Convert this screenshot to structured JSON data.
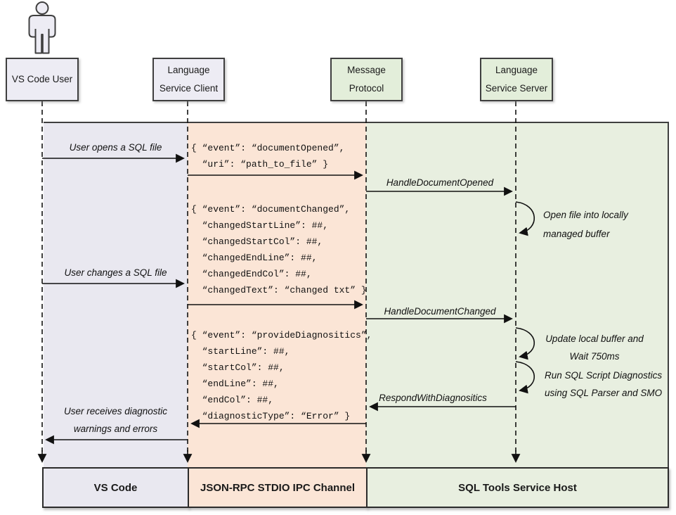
{
  "diagram_title": "VS Code SQL Tools language service sequence diagram",
  "colors": {
    "lavender_region": "#e9e8f0",
    "peach_region": "#fbe5d6",
    "green_region": "#e8efe0",
    "node_lavender": "#edecf4",
    "node_green": "#e3eeda",
    "box_border": "#3f3f3f",
    "line": "#111111"
  },
  "actors": {
    "user": {
      "lines": [
        "VS Code User"
      ]
    },
    "client": {
      "lines": [
        "Language",
        "Service Client"
      ]
    },
    "protocol": {
      "lines": [
        "Message",
        "Protocol"
      ]
    },
    "server": {
      "lines": [
        "Language",
        "Service Server"
      ]
    }
  },
  "messages": {
    "open_file": "User opens a SQL file",
    "change_file": "User changes a SQL file",
    "receive_line1": "User receives diagnostic",
    "receive_line2": "warnings and errors",
    "handle_opened": "HandleDocumentOpened",
    "handle_changed": "HandleDocumentChanged",
    "respond_diag": "RespondWithDiagnositics"
  },
  "payloads": {
    "document_opened": {
      "lines": [
        "{ “event”: “documentOpened”,",
        "  “uri”: “path_to_file” }"
      ]
    },
    "document_changed": {
      "lines": [
        "{ “event”: “documentChanged”,",
        "  “changedStartLine”: ##,",
        "  “changedStartCol”: ##,",
        "  “changedEndLine”: ##,",
        "  “changedEndCol”: ##,",
        "  “changedText”: “changed txt” }"
      ]
    },
    "provide_diagnostics": {
      "lines": [
        "{ “event”: “provideDiagnositics”,",
        "  “startLine”: ##,",
        "  “startCol”: ##,",
        "  “endLine”: ##,",
        "  “endCol”: ##,",
        "  “diagnosticType”: “Error” }"
      ]
    }
  },
  "annotations": {
    "open_buffer": {
      "lines": [
        "Open file into locally",
        "managed buffer"
      ]
    },
    "update_buffer": {
      "lines": [
        "Update local buffer and",
        "Wait 750ms"
      ]
    },
    "run_diagnostics": {
      "lines": [
        "Run SQL Script Diagnostics",
        "using SQL Parser and SMO"
      ]
    }
  },
  "lanes": {
    "vscode": "VS Code",
    "jsonrpc": "JSON-RPC STDIO IPC Channel",
    "sqltools": "SQL Tools Service Host"
  }
}
